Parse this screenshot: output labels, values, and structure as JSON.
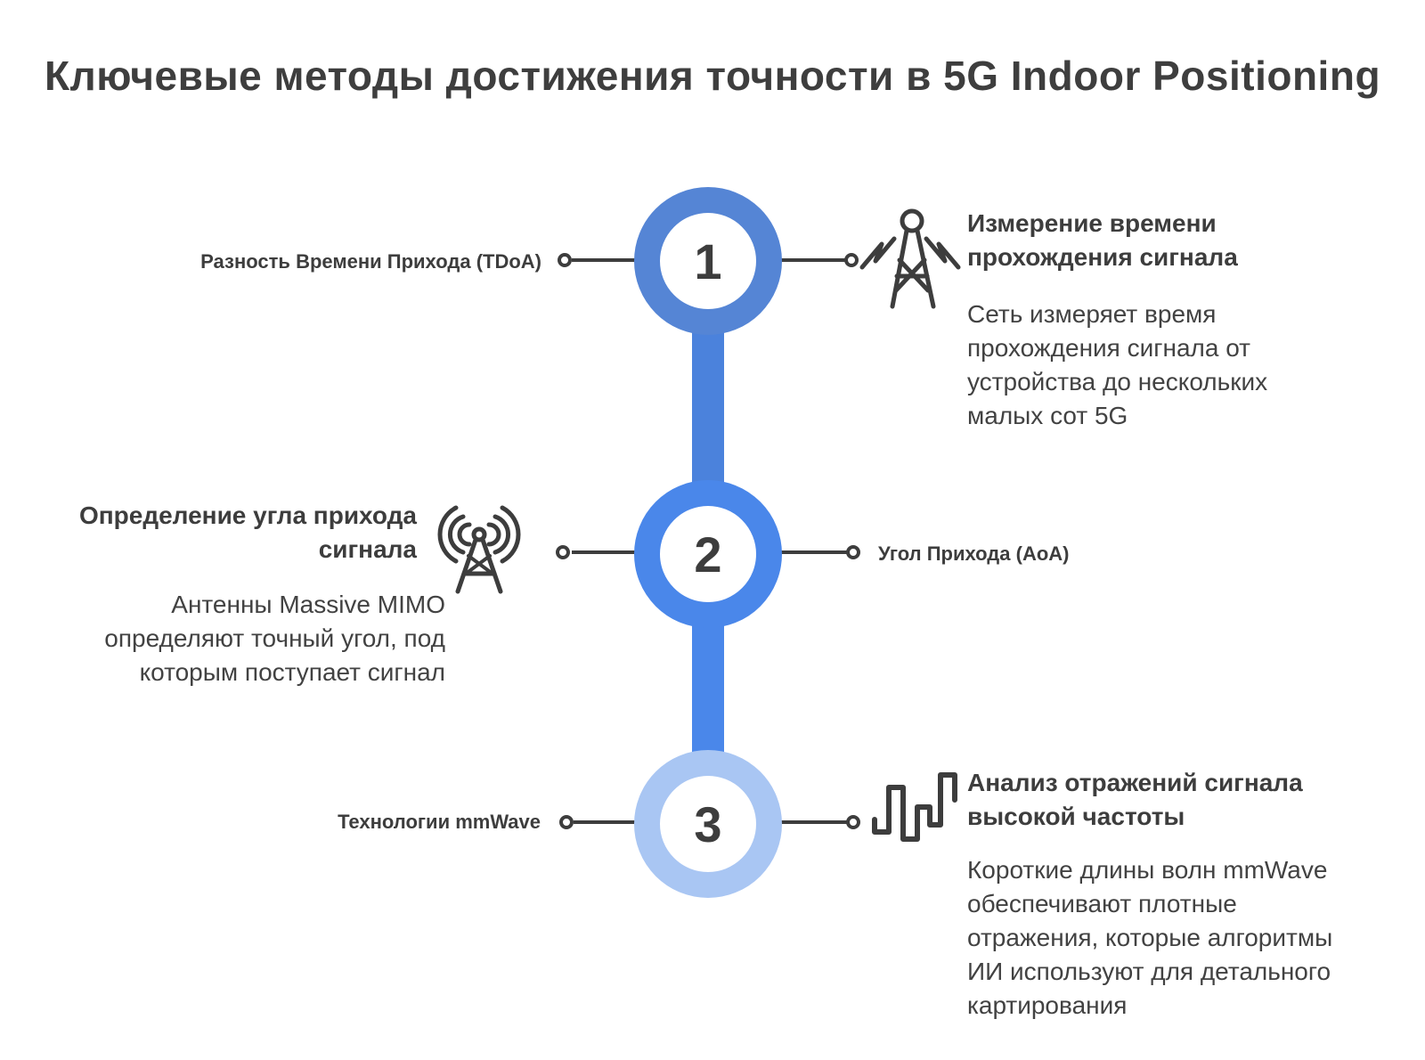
{
  "title": "Ключевые методы достижения точности в 5G Indoor Positioning",
  "colors": {
    "ring_step1": "#5585d5",
    "ring_step2": "#4a87ea",
    "ring_step3": "#a9c6f3",
    "connector_1_2": "#4b82dc",
    "connector_2_3": "#4a87ea",
    "line_dark": "#3d3d3d",
    "text_dark": "#3d3d3d",
    "background": "#ffffff"
  },
  "icons": {
    "step1": "signal-travel-tower-icon",
    "step2": "broadcast-tower-icon",
    "step3": "square-wave-icon"
  },
  "steps": [
    {
      "number": "1",
      "left_label": "Разность Времени Прихода (TDoA)",
      "right_heading": "Измерение времени\nпрохождения сигнала",
      "right_description": "Сеть измеряет время\nпрохождения сигнала от\nустройства до нескольких\nмалых сот 5G"
    },
    {
      "number": "2",
      "left_heading": "Определение угла прихода\nсигнала",
      "left_description": "Антенны Massive MIMO\nопределяют точный угол, под\nкоторым поступает сигнал",
      "right_label": "Угол Прихода (AoA)"
    },
    {
      "number": "3",
      "left_label": "Технологии mmWave",
      "right_heading": "Анализ отражений сигнала\nвысокой частоты",
      "right_description": "Короткие длины волн mmWave\nобеспечивают плотные\nотражения, которые алгоритмы\nИИ используют для детального\nкартирования"
    }
  ]
}
